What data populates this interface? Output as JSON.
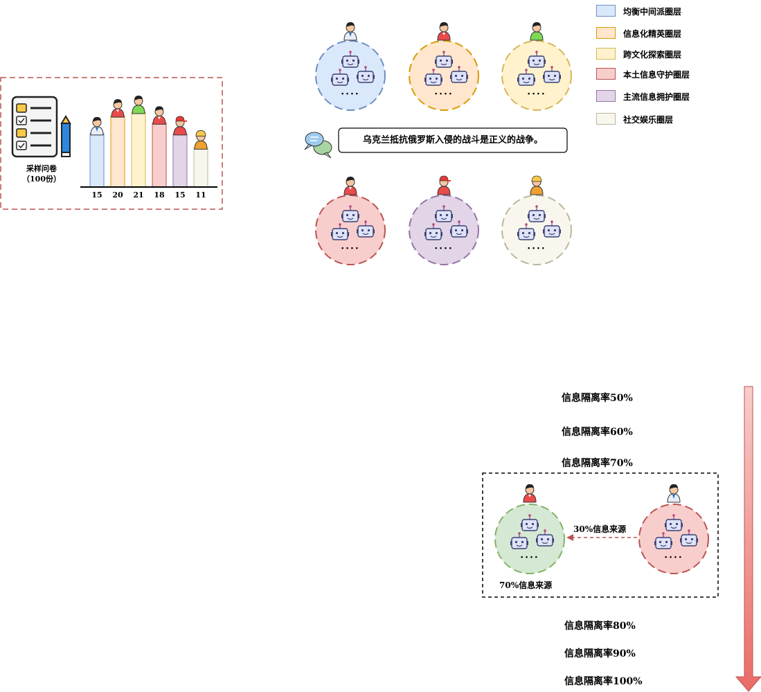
{
  "survey": {
    "label_line1": "采样问卷",
    "label_line2": "（100份）"
  },
  "chart_data": {
    "type": "bar",
    "categories": [
      "均衡中间派圈层",
      "信息化精英圈层",
      "跨文化探索圈层",
      "本土信息守护圈层",
      "主流信息拥护圈层",
      "社交娱乐圈层"
    ],
    "values": [
      15,
      20,
      21,
      18,
      15,
      11
    ],
    "value_labels": [
      "15",
      "20",
      "21",
      "18",
      "15",
      "11"
    ],
    "colors": [
      "#dae8fc",
      "#ffe6cc",
      "#fff2cc",
      "#f8cecc",
      "#e1d5e7",
      "#f9f7ed"
    ],
    "strokes": [
      "#6c8ebf",
      "#d79b00",
      "#d6b656",
      "#b85450",
      "#9673a6",
      "#b8b8a0"
    ],
    "ylim": [
      0,
      21
    ]
  },
  "legend": [
    {
      "label": "均衡中间派圈层",
      "fill": "#dae8fc",
      "stroke": "#6c8ebf"
    },
    {
      "label": "信息化精英圈层",
      "fill": "#ffe6cc",
      "stroke": "#d79b00"
    },
    {
      "label": "跨文化探索圈层",
      "fill": "#fff2cc",
      "stroke": "#d6b656"
    },
    {
      "label": "本土信息守护圈层",
      "fill": "#f8cecc",
      "stroke": "#b85450"
    },
    {
      "label": "主流信息拥护圈层",
      "fill": "#e1d5e7",
      "stroke": "#9673a6"
    },
    {
      "label": "社交娱乐圈层",
      "fill": "#f9f7ed",
      "stroke": "#b8b8a0"
    }
  ],
  "message": {
    "text": "乌克兰抵抗俄罗斯入侵的战斗是正义的战争。"
  },
  "dots": "····",
  "isolation": {
    "rates": [
      "信息隔离率50%",
      "信息隔离率60%",
      "信息隔离率70%",
      "信息隔离率80%",
      "信息隔离率90%",
      "信息隔离率100%"
    ],
    "source_30": "30%信息来源",
    "source_70": "70%信息来源"
  }
}
